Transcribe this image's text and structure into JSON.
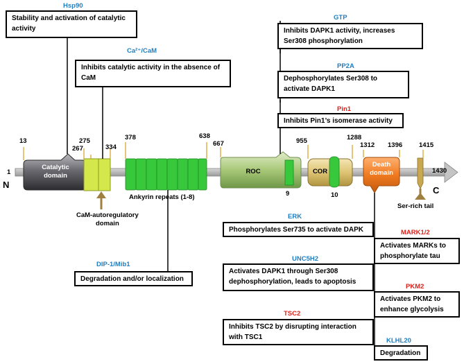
{
  "colors": {
    "partner_blue": "#1f7fc0",
    "partner_red": "#e0201a",
    "catalytic": "#6e6e72",
    "camreg": "#d4e84c",
    "ankyrin": "#38c83c",
    "roc": "#a8c878",
    "cor": "#e0c878",
    "death": "#f07a20",
    "backbone": "#b4b4b4"
  },
  "domains": {
    "catalytic": "Catalytic\ndomain",
    "roc": "ROC",
    "cor": "COR",
    "death": "Death\ndomain"
  },
  "terminals": {
    "n": "N",
    "c": "C",
    "start": "1",
    "end": "1430"
  },
  "positions": {
    "p13": "13",
    "p275": "275",
    "p267": "267",
    "p334": "334",
    "p378": "378",
    "p638": "638",
    "p667": "667",
    "p955": "955",
    "p1288": "1288",
    "p1312": "1312",
    "p1396": "1396",
    "p1415": "1415",
    "p9": "9",
    "p10": "10"
  },
  "labels": {
    "ankyrin": "Ankyrin repeats (1-8)",
    "camreg": "CaM-autoregulatory\ndomain",
    "sertail": "Ser-rich tail"
  },
  "interactions": {
    "hsp90": {
      "partner": "Hsp90",
      "text": "Stability and activation of catalytic activity"
    },
    "cacam": {
      "partner": "Ca²⁺/CaM",
      "text": "Inhibits catalytic activity in the absence of CaM"
    },
    "gtp": {
      "partner": "GTP",
      "text": "Inhibits DAPK1 activity, increases Ser308 phosphorylation"
    },
    "pp2a": {
      "partner": "PP2A",
      "text": "Dephosphorylates Ser308 to activate DAPK1"
    },
    "pin1": {
      "partner": "Pin1",
      "text": "Inhibits Pin1’s isomerase activity"
    },
    "erk": {
      "partner": "ERK",
      "text": "Phosphorylates Ser735 to activate DAPK"
    },
    "mark": {
      "partner": "MARK1/2",
      "text": "Activates MARKs to phosphorylate tau"
    },
    "dip1": {
      "partner": "DIP-1/Mib1",
      "text": "Degradation and/or localization"
    },
    "unc5h2": {
      "partner": "UNC5H2",
      "text": "Activates DAPK1 through Ser308 dephosphorylation, leads to apoptosis"
    },
    "pkm2": {
      "partner": "PKM2",
      "text": "Activates PKM2 to enhance glycolysis"
    },
    "tsc2": {
      "partner": "TSC2",
      "text": "Inhibits TSC2 by disrupting interaction with TSC1"
    },
    "klhl20": {
      "partner": "KLHL20",
      "text": "Degradation"
    }
  }
}
